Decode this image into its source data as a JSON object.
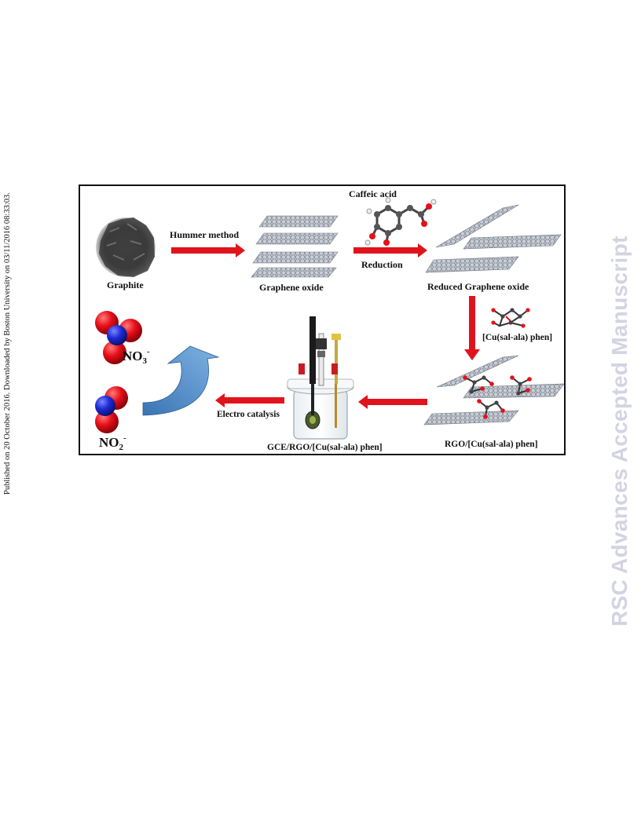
{
  "sidebar": {
    "published": "Published on 20 October 2016. Downloaded by Boston University on 03/11/2016 08:33:03.",
    "watermark": "RSC Advances Accepted Manuscript"
  },
  "figure": {
    "labels": {
      "graphite": "Graphite",
      "hummer_method": "Hummer method",
      "graphene_oxide": "Graphene oxide",
      "caffeic_acid": "Caffeic acid",
      "reduction": "Reduction",
      "reduced_graphene_oxide": "Reduced Graphene oxide",
      "complex": "[Cu(sal-ala) phen]",
      "rgo_complex": "RGO/[Cu(sal-ala) phen]",
      "gce_rgo_complex": "GCE/RGO/[Cu(sal-ala) phen]",
      "electro_catalysis": "Electro catalysis",
      "no3_base": "NO",
      "no3_sub": "3",
      "no3_sup": "-",
      "no2_base": "NO",
      "no2_sub": "2",
      "no2_sup": "-"
    },
    "colors": {
      "arrow_red": "#e0141c",
      "curved_arrow_blue": "#5b9bd5",
      "oxygen_red": "#e8101a",
      "nitrogen_blue": "#1f2bd8",
      "sheet_gray": "#9aa2ad",
      "graphite_dark": "#3b3b3b",
      "frame": "#111111"
    }
  }
}
